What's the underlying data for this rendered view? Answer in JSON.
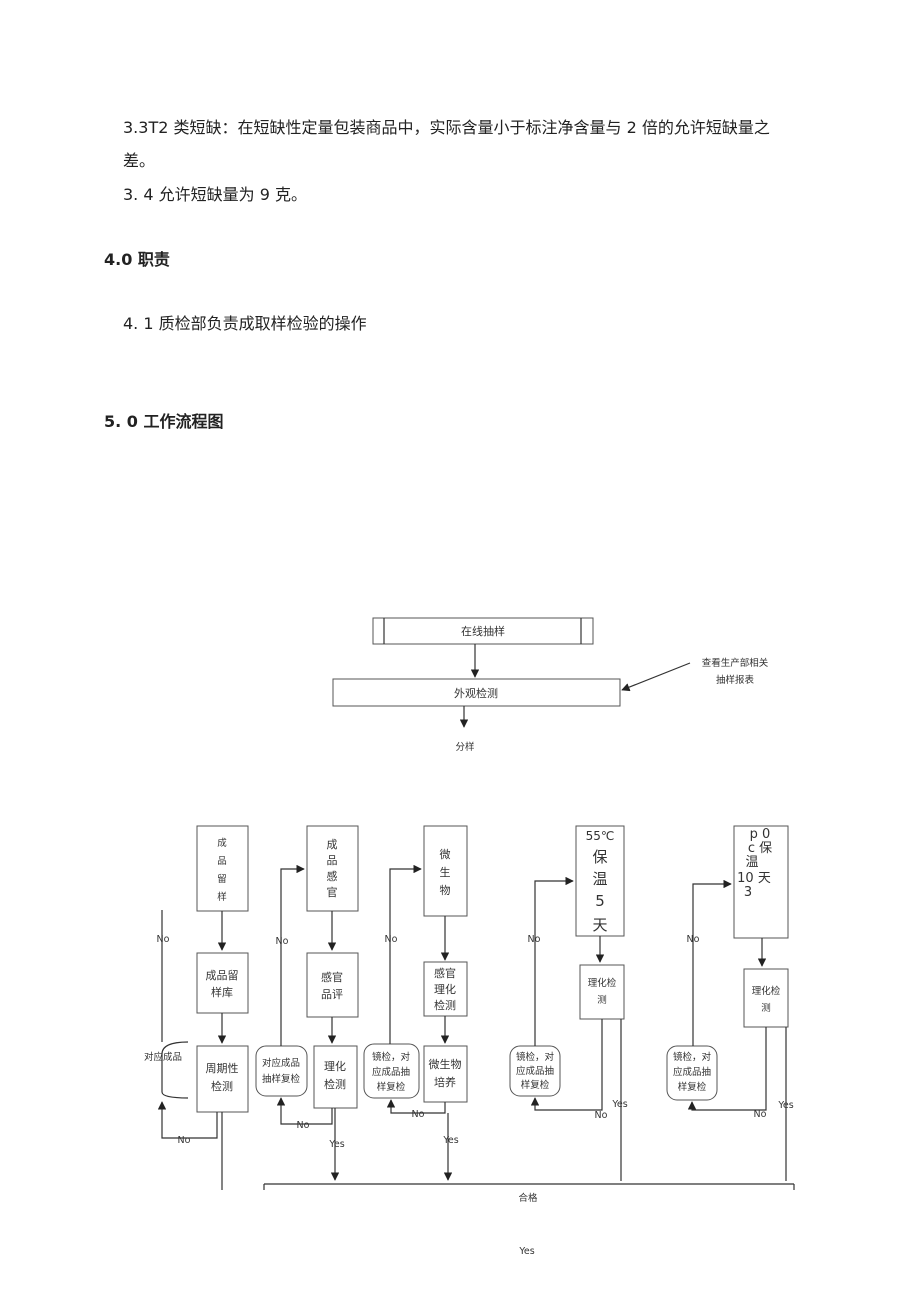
{
  "text": {
    "p33": "3.3T2 类短缺：在短缺性定量包装商品中，实际含量小于标注净含量与 2 倍的允许短缺量之",
    "p33b": "差。",
    "p34": "3. 4 允许短缺量为 9 克。",
    "h4": "4.0 职责",
    "p41": "4. 1 质检部负责成取样检验的操作",
    "h5": "5. 0 工作流程图"
  },
  "flow": {
    "online": "在线抽样",
    "check_report_1": "查看生产部相关",
    "check_report_2": "抽样报表",
    "visual": "外观检测",
    "split": "分样",
    "c1_top": [
      "成",
      "品",
      "留",
      "样"
    ],
    "c1_mid": [
      "成品留",
      "样库"
    ],
    "c1_bot": [
      "周期性",
      "检测"
    ],
    "c1_side": "对应成品",
    "c2_top": [
      "成",
      "品",
      "感",
      "官"
    ],
    "c2_mid": [
      "感官",
      "品评"
    ],
    "c2_bot": [
      "理化",
      "检测"
    ],
    "c2_side": [
      "对应成品",
      "抽样复检"
    ],
    "c3_top": [
      "微",
      "生",
      "物"
    ],
    "c3_mid": [
      "感官",
      "理化",
      "检测"
    ],
    "c3_bot": [
      "微生物",
      "培养"
    ],
    "c3_side": [
      "镜检，对",
      "应成品抽",
      "样复检"
    ],
    "c4_top": [
      "55℃",
      "保",
      "温",
      "5",
      "天"
    ],
    "c4_mid": [
      "理化检",
      "测"
    ],
    "c4_side": [
      "镜检，对",
      "应成品抽",
      "样复检"
    ],
    "c5_top": [
      "p 0",
      "c 保",
      "温",
      "10 天",
      "3"
    ],
    "c5_mid": [
      "理化检",
      "测"
    ],
    "c5_side": [
      "镜检，对",
      "应成品抽",
      "样复检"
    ],
    "no": "No",
    "yes": "Yes",
    "pass": "合格",
    "bottom_yes": "Yes"
  }
}
